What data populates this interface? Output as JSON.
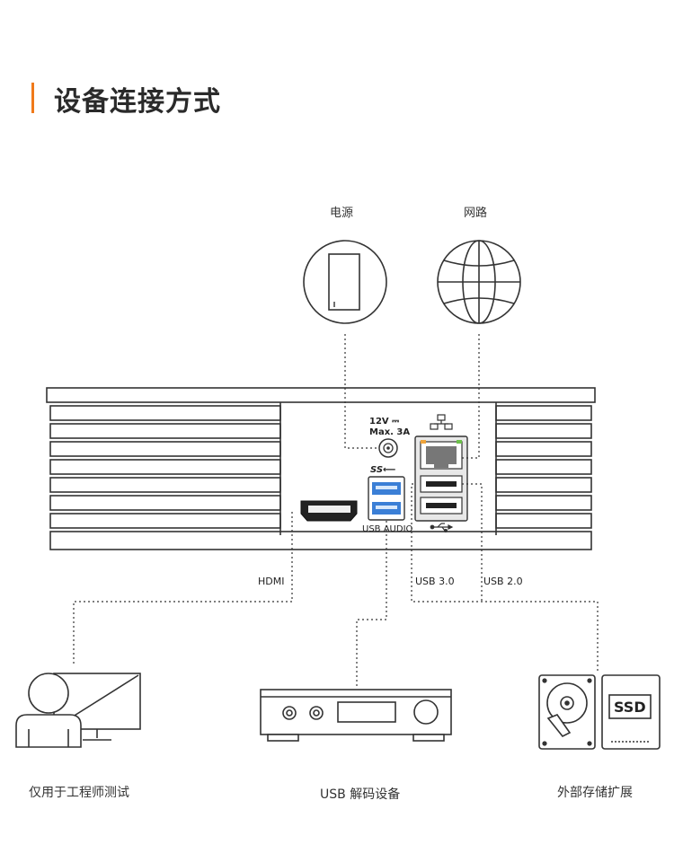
{
  "title": "设备连接方式",
  "colors": {
    "accent": "#f07a1a",
    "line": "#333333",
    "port_blue": "#3b7fd6"
  },
  "top_devices": {
    "power": {
      "label": "电源",
      "icon": "power-adapter-icon"
    },
    "network": {
      "label": "网路",
      "icon": "globe-icon"
    }
  },
  "panel": {
    "power_spec_line1": "12V ⎓",
    "power_spec_line2": "Max. 3A",
    "usb_audio_label": "USB AUDIO",
    "ss_logo": "SS⟵"
  },
  "connections": {
    "hdmi": "HDMI",
    "usb3": "USB 3.0",
    "usb2": "USB 2.0"
  },
  "bottom_devices": {
    "monitor": {
      "label": "仅用于工程师测试",
      "icon": "monitor-user-icon"
    },
    "dac": {
      "label": "USB 解码设备",
      "icon": "usb-dac-icon"
    },
    "storage": {
      "label": "外部存储扩展",
      "icon": "hdd-ssd-icon",
      "ssd_text": "SSD"
    }
  }
}
